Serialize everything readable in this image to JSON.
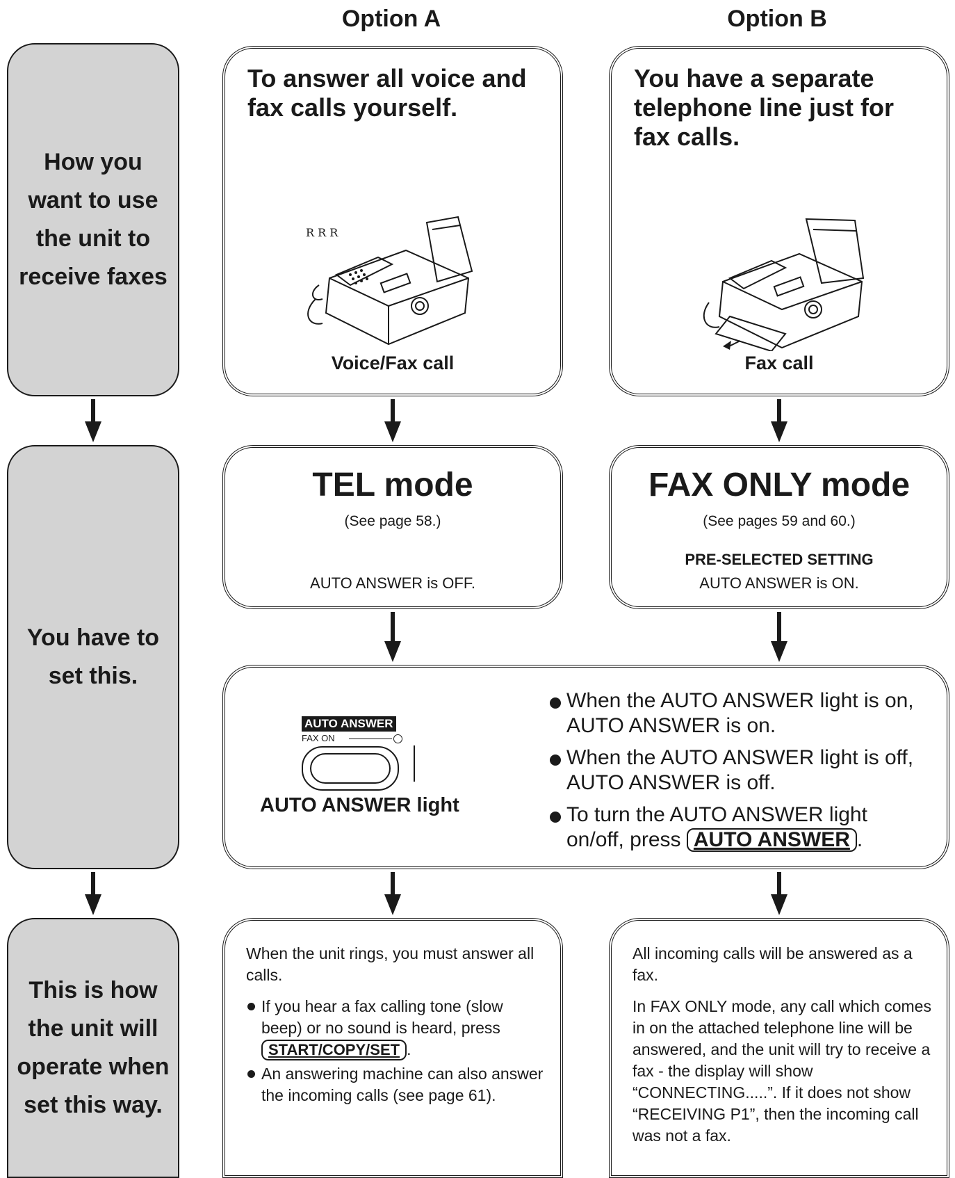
{
  "columns": {
    "option_a": "Option A",
    "option_b": "Option B"
  },
  "side": {
    "step1": [
      "How you",
      "want to use",
      "the unit to",
      "receive faxes"
    ],
    "step2": [
      "You have to",
      "set this."
    ],
    "step3": [
      "This is how",
      "the unit will",
      "operate when",
      "set this way."
    ]
  },
  "use_case": {
    "a_title": "To answer all voice and fax calls yourself.",
    "a_caption": "Voice/Fax call",
    "b_title": "You have a separate telephone line just for fax calls.",
    "b_caption": "Fax call"
  },
  "modes": {
    "a_title": "TEL mode",
    "a_ref": "(See page 58.)",
    "a_state": "AUTO ANSWER is OFF.",
    "b_title": "FAX ONLY mode",
    "b_ref": "(See pages 59 and 60.)",
    "b_preset": "PRE-SELECTED SETTING",
    "b_state": "AUTO ANSWER is ON."
  },
  "panel": {
    "label": "AUTO ANSWER",
    "fax_on": "FAX ON",
    "caption": "AUTO ANSWER light",
    "bullet1": "When the AUTO ANSWER light is on, AUTO ANSWER is on.",
    "bullet2": "When the AUTO ANSWER light is off, AUTO ANSWER is off.",
    "bullet3_pre": "To turn the AUTO ANSWER light on/off, press",
    "bullet3_key": "AUTO ANSWER",
    "bullet3_post": "."
  },
  "operation": {
    "a_intro": "When the unit rings, you must answer all calls.",
    "a_b1": "If you hear a fax calling tone (slow beep) or no sound is heard, press",
    "a_key": "START/COPY/SET",
    "a_key_post": ".",
    "a_b2": "An answering machine can also answer the incoming calls (see page 61).",
    "b_p1": "All incoming calls will be answered as a fax.",
    "b_p2": "In FAX ONLY mode, any call which comes in on the attached telephone line will be answered, and the unit will try to receive a fax - the display will show “CONNECTING.....”. If it does not show “RECEIVING P1”, then the incoming call was not a fax."
  },
  "illustration": {
    "ring_letters": "R R R"
  },
  "colors": {
    "pill": "#d3d3d3",
    "ink": "#1a1a1a"
  }
}
